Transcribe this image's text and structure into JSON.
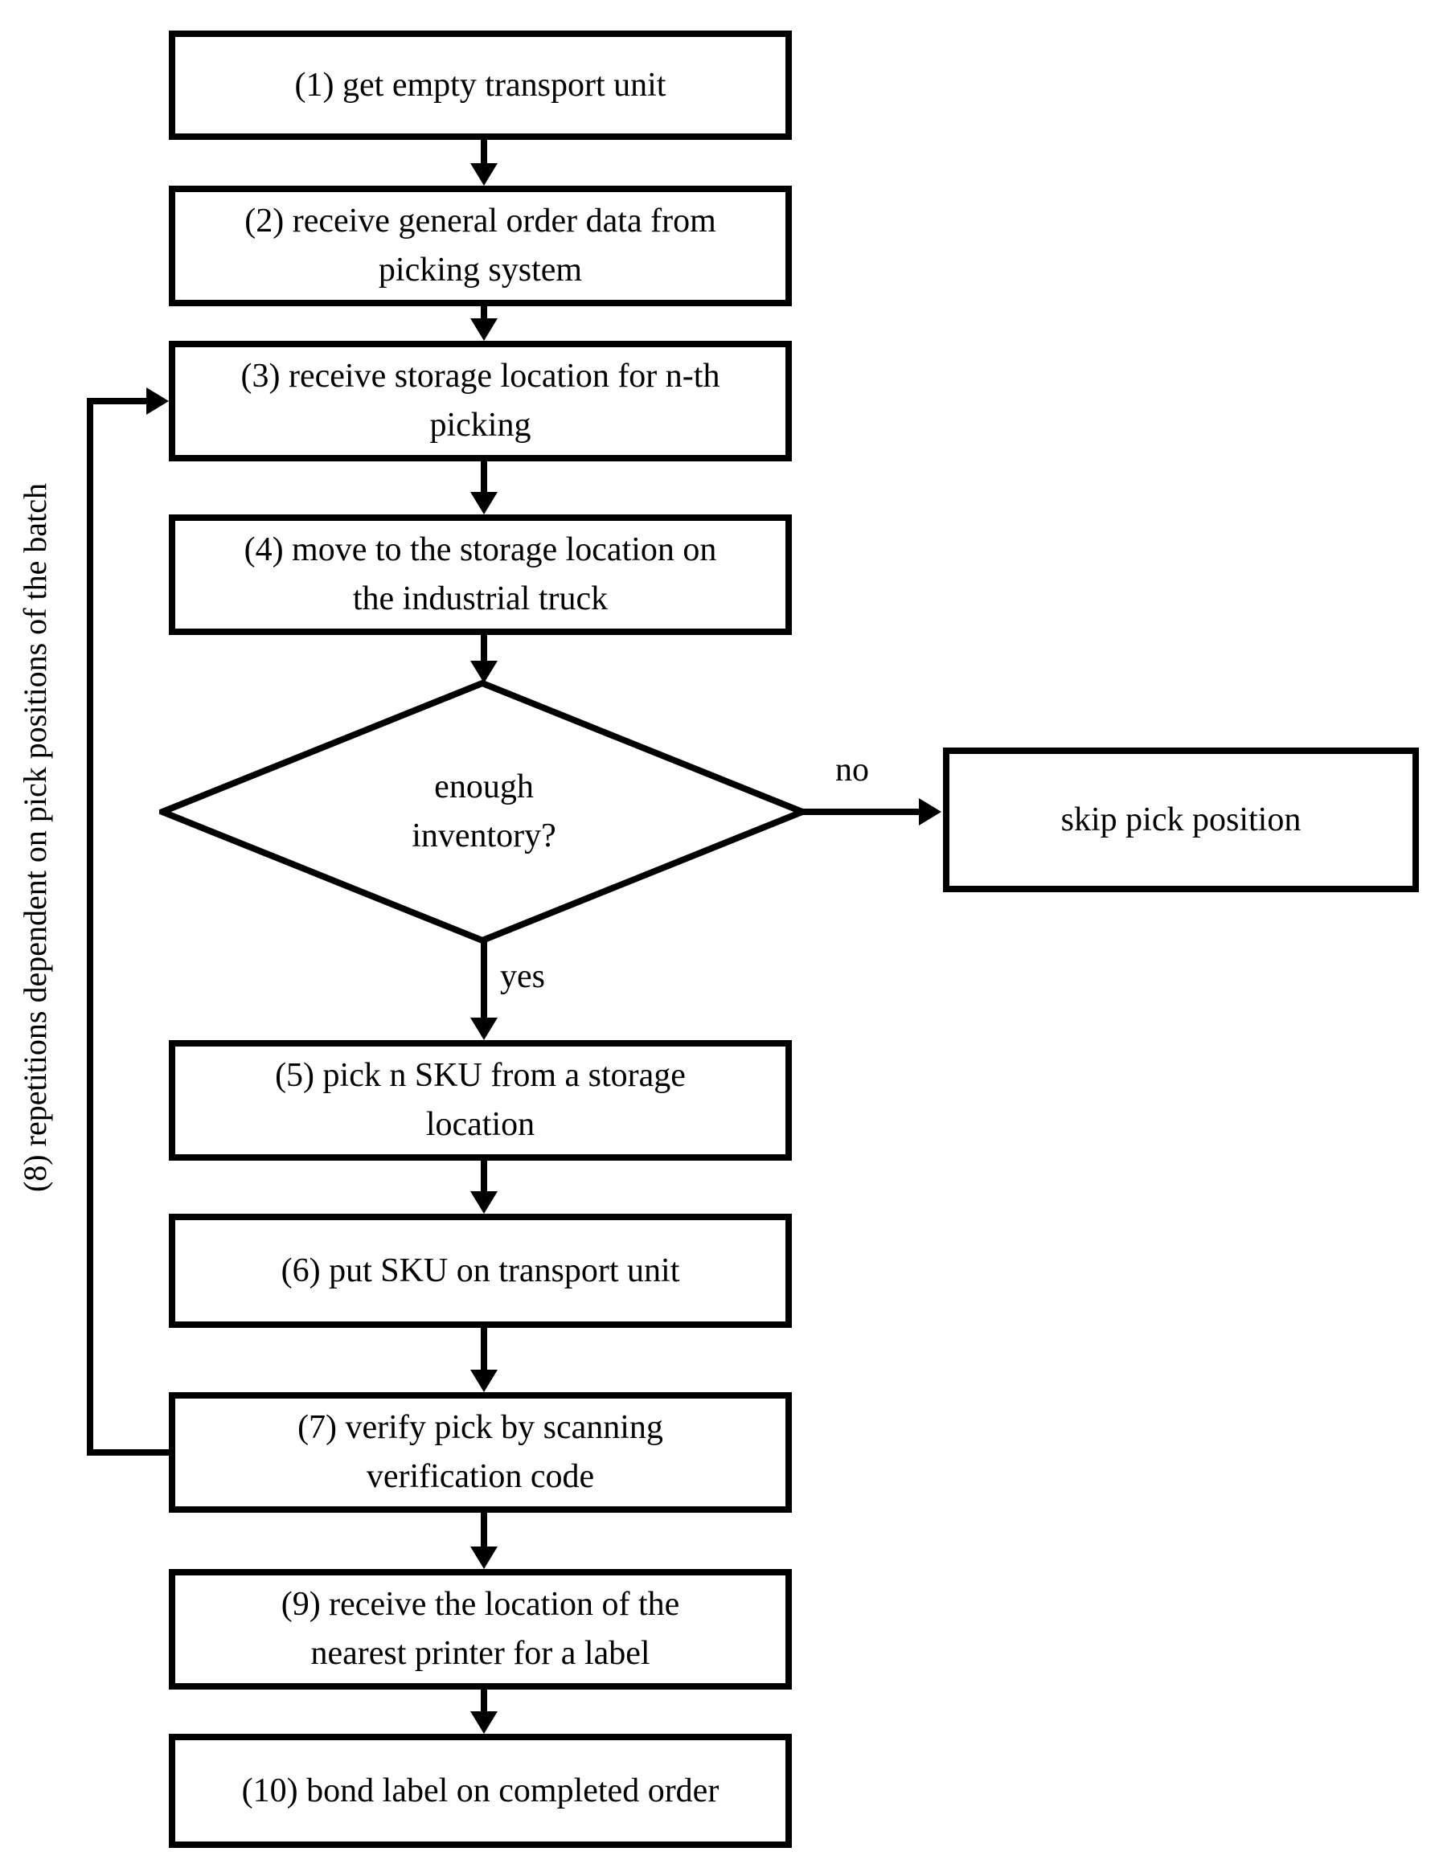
{
  "flowchart": {
    "title_hint": "order picking process flowchart",
    "colors": {
      "stroke": "#000000",
      "background": "#ffffff",
      "text": "#000000"
    },
    "nodes": {
      "step1": {
        "lines": [
          "(1) get empty transport unit"
        ]
      },
      "step2": {
        "lines": [
          "(2) receive general order data from",
          "picking system"
        ]
      },
      "step3": {
        "lines": [
          "(3) receive storage location for n-th",
          "picking"
        ]
      },
      "step4": {
        "lines": [
          "(4) move to the storage location on",
          "the industrial truck"
        ]
      },
      "decision": {
        "lines": [
          "enough",
          "inventory?"
        ]
      },
      "skip": {
        "lines": [
          "skip pick position"
        ]
      },
      "step5": {
        "lines": [
          "(5) pick n SKU from a storage",
          "location"
        ]
      },
      "step6": {
        "lines": [
          "(6) put SKU on transport unit"
        ]
      },
      "step7": {
        "lines": [
          "(7) verify pick by scanning",
          "verification code"
        ]
      },
      "step9": {
        "lines": [
          "(9) receive the location of the",
          "nearest printer for a label"
        ]
      },
      "step10": {
        "lines": [
          "(10) bond label on completed order"
        ]
      }
    },
    "edge_labels": {
      "yes": "yes",
      "no": "no"
    },
    "loop_label": "(8) repetitions dependent on pick positions of the batch"
  }
}
